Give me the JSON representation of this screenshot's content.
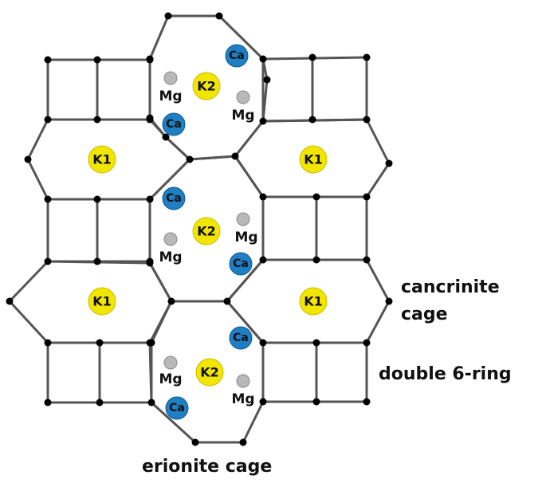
{
  "diagram": {
    "colors": {
      "K": "#f2e600",
      "Ca": "#1f7fc4",
      "Mg": "#b8b8b8",
      "framework": "#555555",
      "node": "#000000"
    },
    "ions": {
      "K1": "K1",
      "K2": "K2",
      "Ca": "Ca",
      "Mg": "Mg"
    },
    "labels": {
      "cancrinite_line1": "cancrinite",
      "cancrinite_line2": "cage",
      "double_6_ring": "double 6-ring",
      "erionite": "erionite cage"
    }
  }
}
